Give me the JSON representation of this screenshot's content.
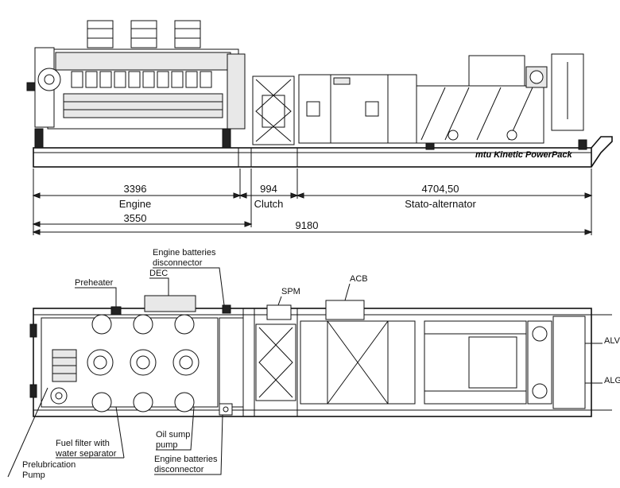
{
  "side_view": {
    "brand": "mtu Kinetic PowerPack",
    "dimensions": {
      "engine_value": "3396",
      "engine_label": "Engine",
      "clutch_value": "994",
      "clutch_label": "Clutch",
      "alternator_value": "4704,50",
      "alternator_label": "Stato-alternator",
      "engine_base_value": "3550",
      "total_value": "9180"
    }
  },
  "top_view": {
    "labels": {
      "batt_disc_top_1": "Engine batteries",
      "batt_disc_top_2": "disconnector",
      "dec": "DEC",
      "preheater": "Preheater",
      "spm": "SPM",
      "acb": "ACB",
      "alv": "ALV",
      "alg": "ALG",
      "fuel_filter_1": "Fuel filter with",
      "fuel_filter_2": "water separator",
      "prelub_1": "Prelubrication",
      "prelub_2": "Pump",
      "oil_sump_1": "Oil sump",
      "oil_sump_2": "pump",
      "batt_disc_bot_1": "Engine batteries",
      "batt_disc_bot_2": "disconnector"
    }
  }
}
